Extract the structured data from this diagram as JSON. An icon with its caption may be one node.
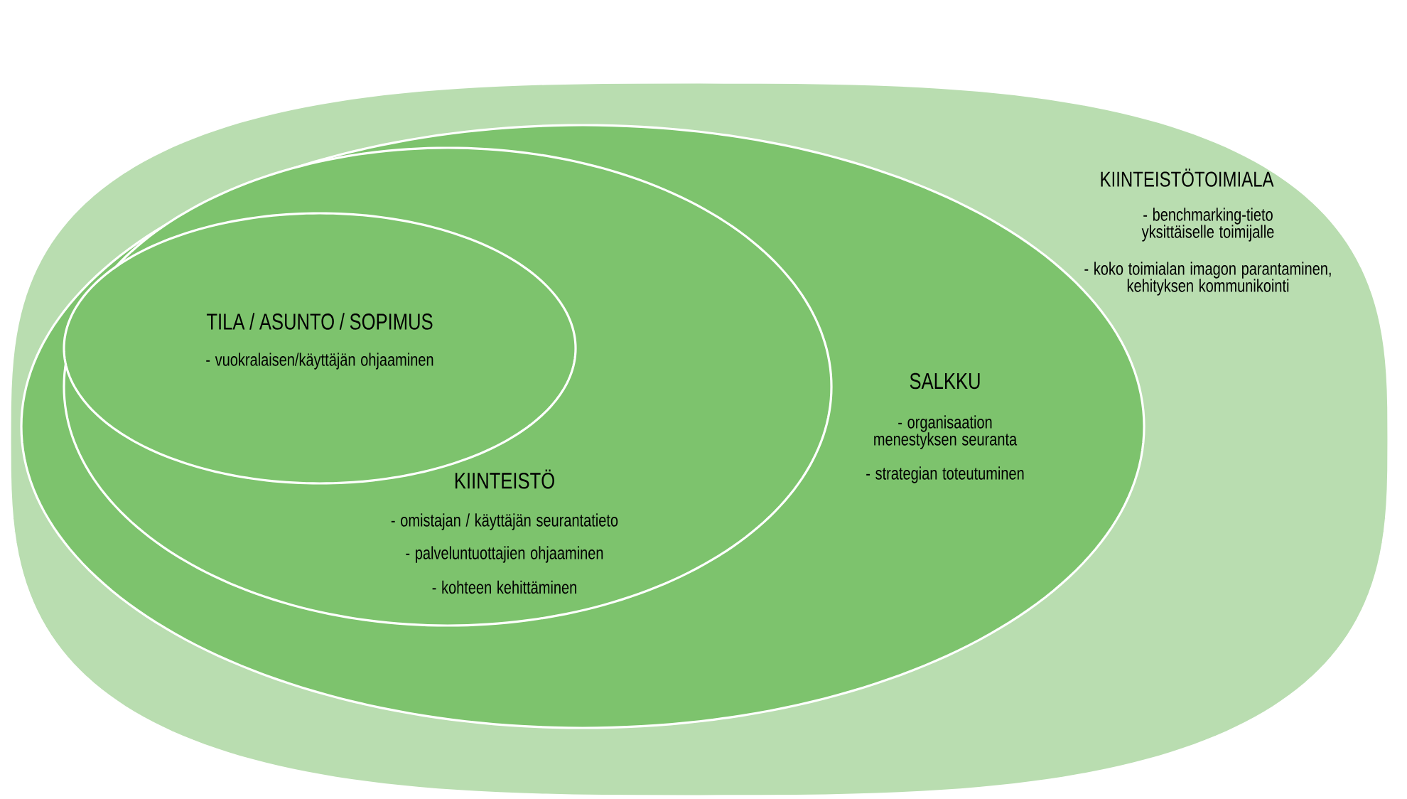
{
  "diagram": {
    "nodes": [
      {
        "text": [
          "KIINTEISTÖTOIMIALA",
          "- benchmarking-tieto yksittäiselle toimijalle",
          "- koko toimialan imagon parantaminen, kehityksen kommunikointi"
        ]
      },
      {
        "text": [
          "SALKKU",
          "- organisaation menestyksen seuranta",
          "- strategian toteutuminen"
        ],
        "in": 0
      },
      {
        "text": [
          "KIINTEISTÖ",
          "- omistajan / käyttäjän seurantatieto",
          "- palveluntuottajien ohjaaminen",
          "- kohteen kehittäminen"
        ],
        "in": 1
      },
      {
        "text": [
          "TILA / ASUNTO / SOPIMUS",
          "- vuokralaisen/käyttäjän ohjaaminen"
        ],
        "in": 2
      }
    ]
  }
}
